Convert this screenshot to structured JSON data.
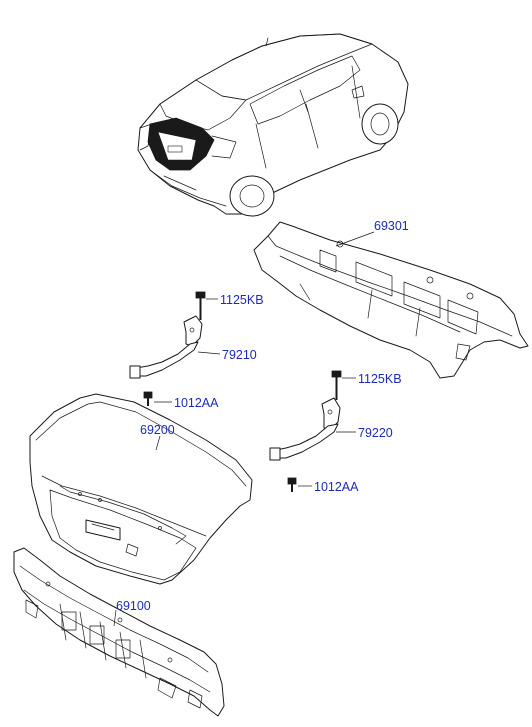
{
  "labels": {
    "deck_panel": "69301",
    "bolt_top_left": "1125KB",
    "hinge_left": "79210",
    "bolt_bottom_left": "1012AA",
    "trunk_lid": "69200",
    "bolt_top_right": "1125KB",
    "hinge_right": "79220",
    "bolt_bottom_right": "1012AA",
    "back_panel": "69100"
  },
  "colors": {
    "label": "#1c2bb4",
    "line": "#1a1a1a"
  }
}
